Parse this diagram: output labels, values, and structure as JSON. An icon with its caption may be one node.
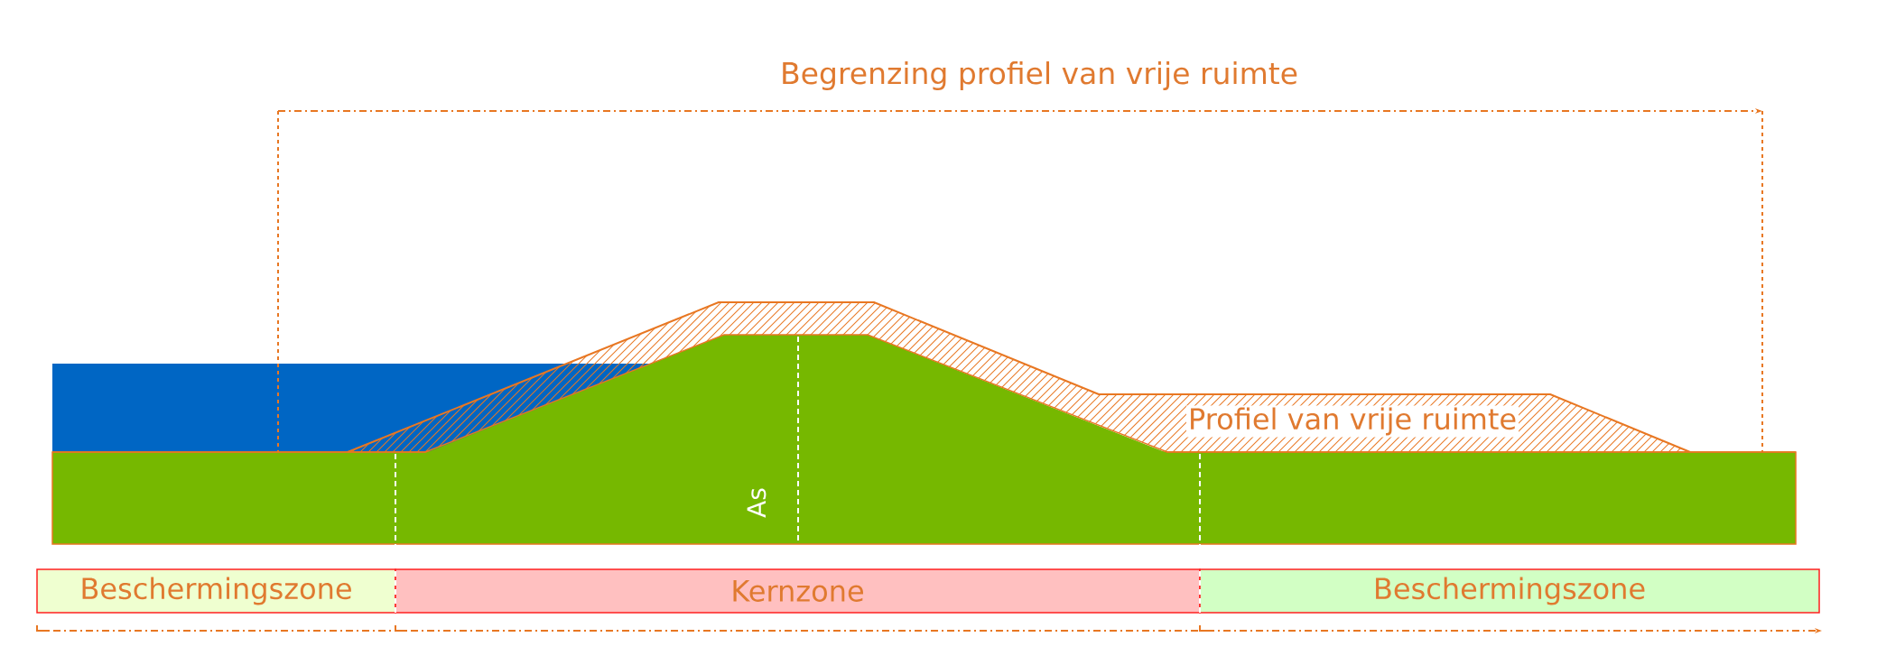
{
  "diagram": {
    "nodes": [
      {
        "text": [
          "Profiel van vrije ruimte"
        ]
      },
      {
        "text": [
          "Beschermingszone"
        ]
      },
      {
        "text": [
          "Kernzone"
        ]
      },
      {
        "text": [
          "Beschermingszone"
        ]
      }
    ],
    "labels": [
      "Begrenzing profiel van vrije ruimte",
      "As"
    ]
  }
}
